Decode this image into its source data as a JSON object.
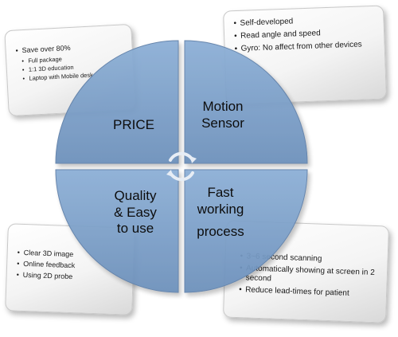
{
  "price": {
    "label": "PRICE",
    "items": [
      "Save over 80%"
    ],
    "sub_items": [
      "Full package",
      "1:1 3D education",
      "Laptop with Mobile desk"
    ]
  },
  "motion": {
    "label_line1": "Motion",
    "label_line2": "Sensor",
    "items": [
      "Self-developed",
      "Read angle and  speed",
      "Gyro: No affect from other devices"
    ]
  },
  "quality": {
    "label_line1": "Quality",
    "label_line2": "& Easy",
    "label_line3": "to use",
    "items": [
      "Clear 3D image",
      "Online feedback",
      "Using 2D probe"
    ]
  },
  "process": {
    "label_line1": "Fast",
    "label_line2": "working",
    "label_line3": "process",
    "items": [
      "3~6 second scanning",
      "Automatically showing at  screen in 2 second",
      "Reduce lead-times for patient"
    ]
  },
  "colors": {
    "quadrant": "#7b9ec6",
    "quadrant_edge": "#5e7fa8",
    "center_icon": "#e7edf5"
  }
}
